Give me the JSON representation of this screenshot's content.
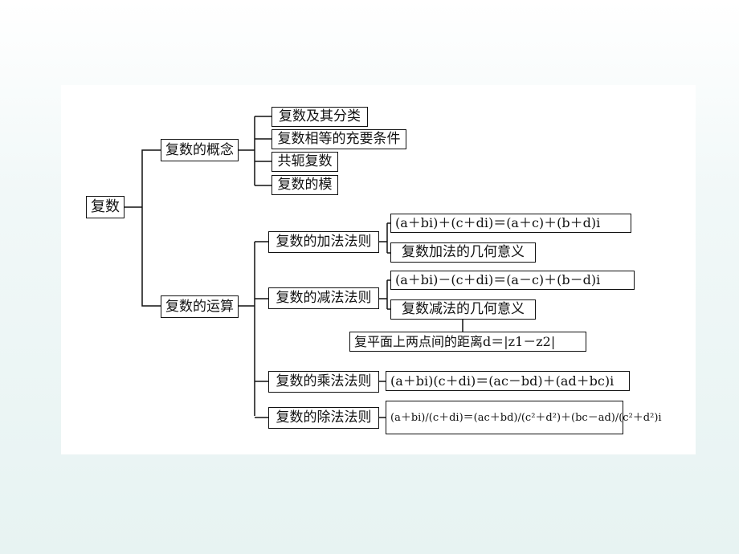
{
  "root": "复数",
  "concept": {
    "label": "复数的概念",
    "items": [
      "复数及其分类",
      "复数相等的充要条件",
      "共轭复数",
      "复数的模"
    ]
  },
  "operations": {
    "label": "复数的运算",
    "add": {
      "label": "复数的加法法则",
      "formula": "(a＋bi)＋(c＋di)＝(a＋c)＋(b＋d)i",
      "meaning": "复数加法的几何意义"
    },
    "sub": {
      "label": "复数的减法法则",
      "formula": "(a＋bi)－(c＋di)＝(a－c)＋(b－d)i",
      "meaning": "复数减法的几何意义",
      "distance": "复平面上两点间的距离d＝|z1－z2|"
    },
    "mul": {
      "label": "复数的乘法法则",
      "formula": "(a＋bi)(c＋di)＝(ac－bd)＋(ad＋bc)i"
    },
    "div": {
      "label": "复数的除法法则",
      "formula": "(a＋bi)/(c＋di)＝(ac＋bd)/(c²＋d²)＋(bc－ad)/(c²＋d²)i"
    }
  }
}
